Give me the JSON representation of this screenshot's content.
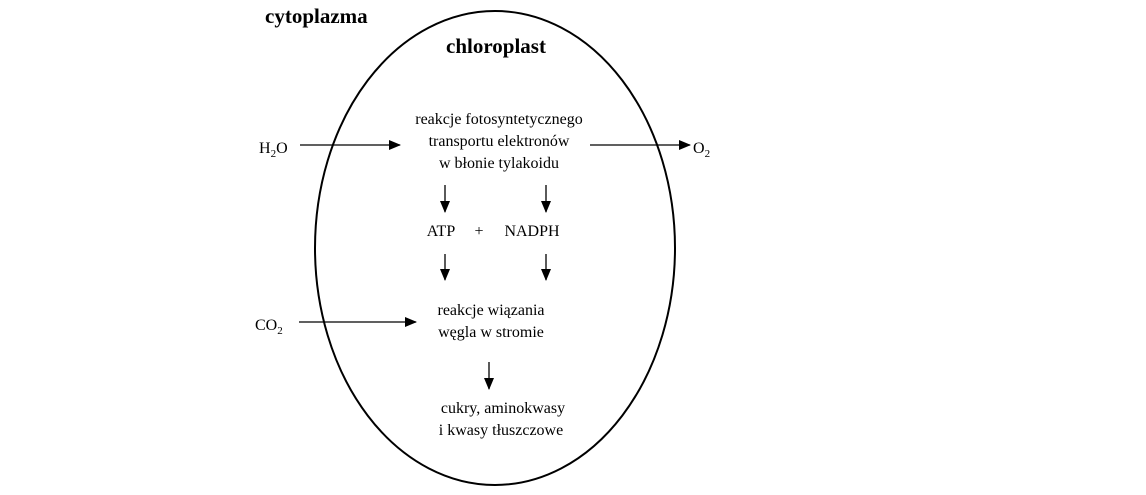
{
  "labels": {
    "cytoplasm": "cytoplazma",
    "chloroplast": "chloroplast"
  },
  "nodes": {
    "light_reactions": {
      "lines": [
        "reakcje fotosyntetycznego",
        "transportu elektronów",
        "w błonie tylakoidu"
      ]
    },
    "atp": "ATP",
    "plus": "+",
    "nadph": "NADPH",
    "carbon_fixation": {
      "lines": [
        "reakcje wiązania",
        "węgla w stromie"
      ]
    },
    "products": {
      "lines": [
        "cukry, aminokwasy",
        "i kwasy tłuszczowe"
      ]
    }
  },
  "inputs": {
    "water": {
      "main": "H",
      "sub": "2",
      "tail": "O"
    },
    "co2": {
      "main": "CO",
      "sub": "2"
    }
  },
  "outputs": {
    "oxygen": {
      "main": "O",
      "sub": "2"
    }
  }
}
